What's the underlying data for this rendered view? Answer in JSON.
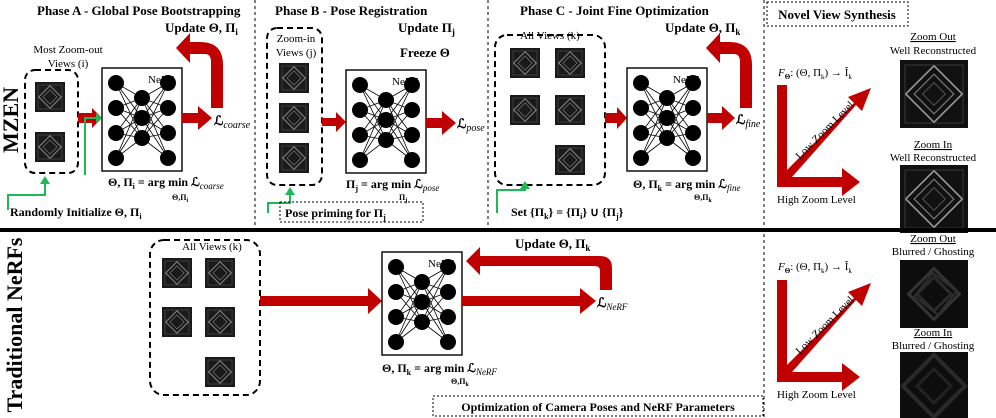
{
  "rows": {
    "mzen": "MZEN",
    "traditional": "Traditional NeRFs"
  },
  "phase_a": {
    "title": "Phase A -   Global Pose Bootstrapping",
    "update": "Update Θ, Π",
    "update_sub": "i",
    "views_label_1": "Most Zoom-out",
    "views_label_2": "Views (i)",
    "nerf": "NeRF",
    "loss": "ℒ",
    "loss_sub": "coarse",
    "eq_lhs": "Θ, Π",
    "eq_lhs_sub": "i",
    "eq_rhs": " = arg min ℒ",
    "eq_rhs_sub": "coarse",
    "eq_under": "Θ,Π",
    "eq_under_sub": "i",
    "init_label": "Randomly Initialize Θ, Π",
    "init_sub": "i"
  },
  "phase_b": {
    "title": "Phase B - Pose Registration",
    "update": "Update Π",
    "update_sub": "j",
    "freeze": "Freeze Θ",
    "views_label_1": "Zoom-in",
    "views_label_2": "Views (j)",
    "nerf": "NeRF",
    "loss": "ℒ",
    "loss_sub": "pose",
    "eq_lhs": "Π",
    "eq_lhs_sub": "j",
    "eq_rhs": " = arg min ℒ",
    "eq_rhs_sub": "pose",
    "eq_under": "Π",
    "eq_under_sub": "j",
    "priming_label": "Pose priming for Π",
    "priming_sub": "j"
  },
  "phase_c": {
    "title": "Phase C - Joint Fine Optimization",
    "update": "Update Θ, Π",
    "update_sub": "k",
    "views_label": "All Views (k)",
    "nerf": "NeRF",
    "loss": "ℒ",
    "loss_sub": "fine",
    "eq_lhs": "Θ, Π",
    "eq_lhs_sub": "k",
    "eq_rhs": " = arg min ℒ",
    "eq_rhs_sub": "fine",
    "eq_under": "Θ,Π",
    "eq_under_sub": "k",
    "set_label": "Set {Π",
    "set_label_sub": "k",
    "set_mid": "} = {Π",
    "set_mid_sub": "i",
    "set_mid2": "} ∪ {Π",
    "set_mid2_sub": "j",
    "set_end": "}"
  },
  "nvs": {
    "title": "Novel View Synthesis",
    "formula": "F",
    "formula_sub": "Θ",
    "formula_rest": ": (Θ, Π",
    "formula_rest_sub": "k",
    "formula_end": ") → Î",
    "formula_end_sub": "k",
    "low_zoom": "Low Zoom Level",
    "high_zoom": "High Zoom Level",
    "mzen_out_title": "Zoom Out",
    "mzen_out_desc": "Well Reconstructed",
    "mzen_in_title": "Zoom In",
    "mzen_in_desc": "Well Reconstructed",
    "trad_out_title": "Zoom Out",
    "trad_out_desc": "Blurred / Ghosting",
    "trad_in_title": "Zoom In",
    "trad_in_desc": "Blurred / Ghosting"
  },
  "traditional": {
    "views_label": "All Views (k)",
    "update": "Update Θ, Π",
    "update_sub": "k",
    "nerf": "NeRF",
    "loss": "ℒ",
    "loss_sub": "NeRF",
    "eq_lhs": "Θ, Π",
    "eq_lhs_sub": "k",
    "eq_rhs": " = arg min ℒ",
    "eq_rhs_sub": "NeRF",
    "eq_under": "Θ,Π",
    "eq_under_sub": "k",
    "caption": "Optimization of Camera Poses and NeRF Parameters"
  },
  "colors": {
    "arrow_red": "#c00000",
    "green": "#1db954",
    "thumb_bg": "#1a1a1a",
    "thumb_line": "#8a8a8a"
  }
}
